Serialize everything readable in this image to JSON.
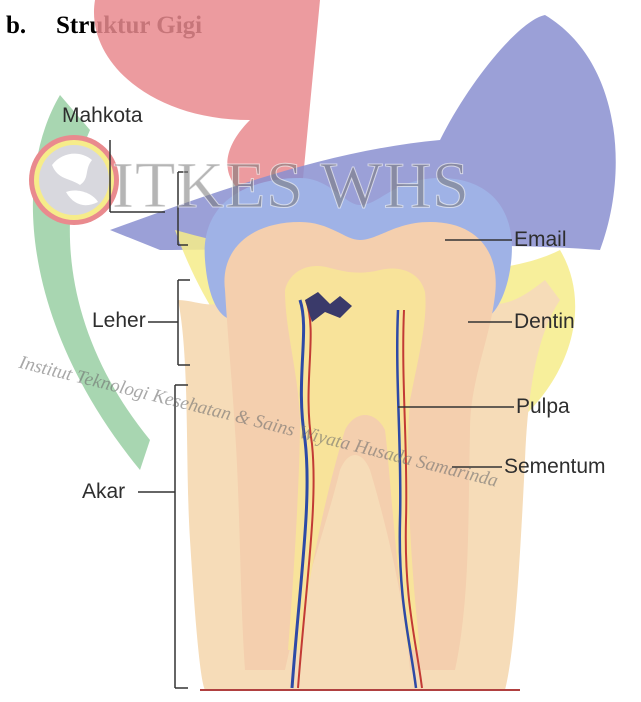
{
  "heading": {
    "number": "b.",
    "title": "Struktur Gigi"
  },
  "labels": {
    "mahkota": "Mahkota",
    "leher": "Leher",
    "akar": "Akar",
    "email": "Email",
    "dentin": "Dentin",
    "pulpa": "Pulpa",
    "sementum": "Sementum"
  },
  "watermark": {
    "title": "ITKES WHS",
    "subtitle": "Institut Teknologi Kesehatan & Sains Wiyata Husada Samarinda"
  },
  "colors": {
    "red": "#e98a8e",
    "blue": "#8a8fd0",
    "yellow": "#f6ec8a",
    "green": "#9fd2a8",
    "enamel": "#9fb2e6",
    "dentin": "#f4cfae",
    "pulp": "#f8e39a",
    "gum": "#f2b7ad"
  }
}
